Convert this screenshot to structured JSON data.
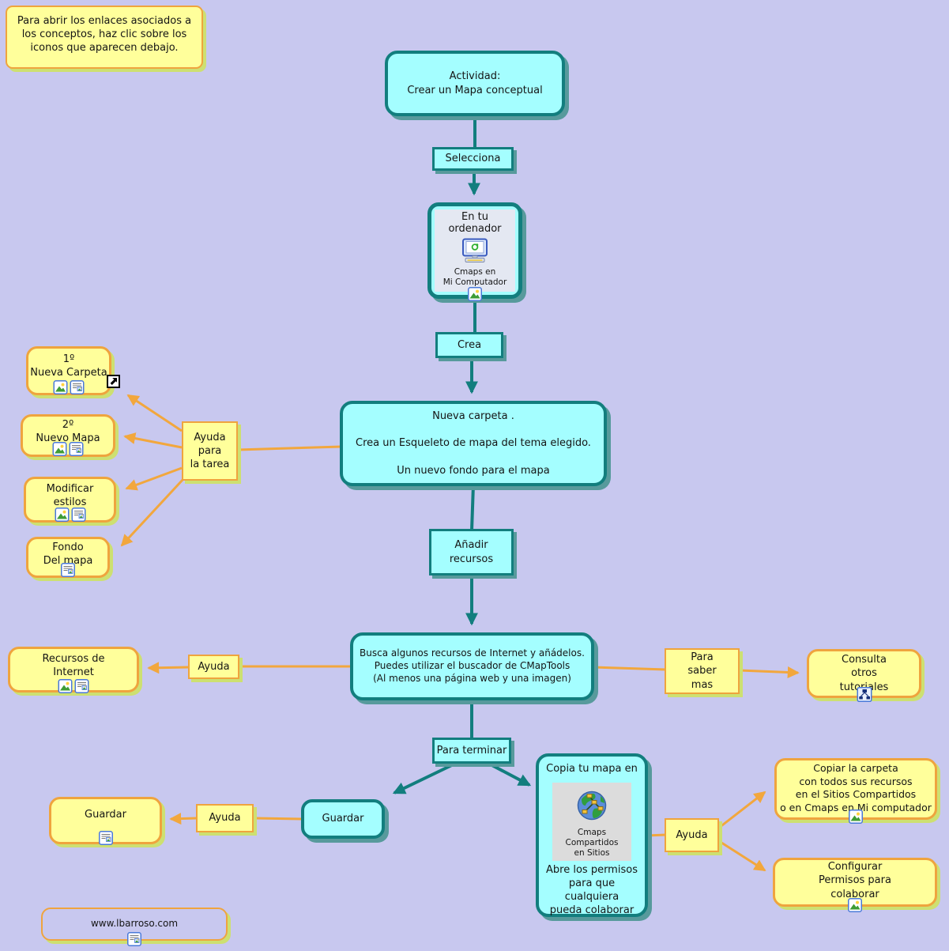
{
  "colors": {
    "background": "#c8c8ef",
    "concept_fill": "#a4feff",
    "concept_border": "#127e7e",
    "concept_shadow": "#579a9c",
    "yellow_fill": "#ffff9b",
    "yellow_border": "#efa43e",
    "yellow_shadow": "#cde071",
    "teal_line": "#127e7e",
    "orange_line": "#f2a73d"
  },
  "icons": {
    "image_icon": "picture",
    "document_icon": "text-page",
    "external_link_icon": "arrow-up-right",
    "cmap_icon": "concept-map",
    "computer_icon": "desktop-computer",
    "globe_icon": "globe-network"
  },
  "note": {
    "text": "Para abrir los enlaces asociados a\nlos conceptos, haz clic sobre los\niconos que aparecen debajo."
  },
  "nodes": {
    "actividad": {
      "label": "Actividad:\nCrear un Mapa conceptual"
    },
    "selecciona": {
      "label": "Selecciona"
    },
    "ordenador": {
      "title": "En tu ordenador",
      "caption": "Cmaps en\nMi Computador"
    },
    "crea": {
      "label": "Crea"
    },
    "nueva_carpeta": {
      "label": "Nueva carpeta .\n\nCrea un Esqueleto de mapa del tema elegido.\n\nUn nuevo fondo para el mapa"
    },
    "paso1": {
      "label": "1º\nNueva Carpeta"
    },
    "paso2": {
      "label": "2º\nNuevo Mapa"
    },
    "modificar": {
      "label": "Modificar\nestilos"
    },
    "fondo": {
      "label": "Fondo\nDel mapa"
    },
    "ayuda_tarea": {
      "label": "Ayuda\npara\nla tarea"
    },
    "anadir": {
      "label": "Añadir\nrecursos"
    },
    "busca": {
      "label": "Busca algunos recursos de Internet y añádelos.\nPuedes utilizar el buscador de CMapTools\n(Al menos una página web y una imagen)"
    },
    "ayuda_izq": {
      "label": "Ayuda"
    },
    "recursos": {
      "label": "Recursos de\nInternet"
    },
    "para_saber": {
      "label": "Para\nsaber\nmas"
    },
    "consulta": {
      "label": "Consulta\notros\ntutoriales"
    },
    "para_terminar": {
      "label": "Para terminar"
    },
    "guardar_cyan": {
      "label": "Guardar"
    },
    "ayuda_guardar": {
      "label": "Ayuda"
    },
    "guardar_amarillo": {
      "label": "Guardar"
    },
    "copia": {
      "title": "Copia tu mapa en",
      "caption": "Cmaps Compartidos\nen Sitios",
      "body": "Abre los permisos\npara que cualquiera\npueda colaborar"
    },
    "ayuda_der": {
      "label": "Ayuda"
    },
    "copiar_carpeta": {
      "label": "Copiar la carpeta\ncon todos sus recursos\nen el Sitios Compartidos\no en Cmaps en Mi computador"
    },
    "configurar": {
      "label": "Configurar\nPermisos para\ncolaborar"
    },
    "web": {
      "label": "www.lbarroso.com"
    }
  }
}
